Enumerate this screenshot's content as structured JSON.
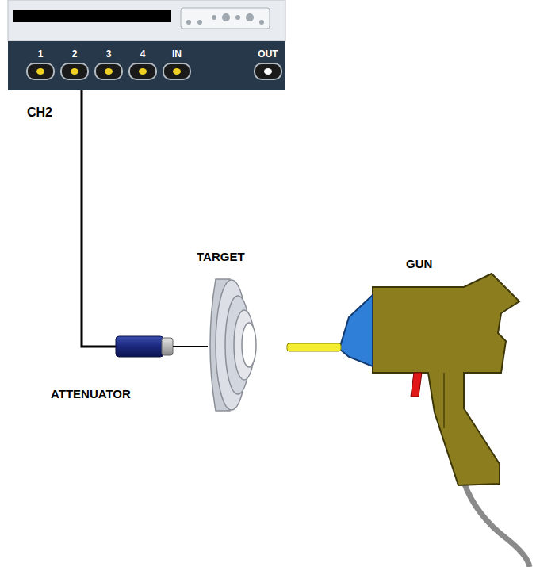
{
  "diagram": {
    "nodes": [
      {
        "text": [
          "1",
          "2",
          "3",
          "4",
          "IN",
          "OUT"
        ]
      }
    ],
    "labels": [
      "CH2",
      "TARGET",
      "ATTENUATOR",
      "GUN"
    ]
  }
}
